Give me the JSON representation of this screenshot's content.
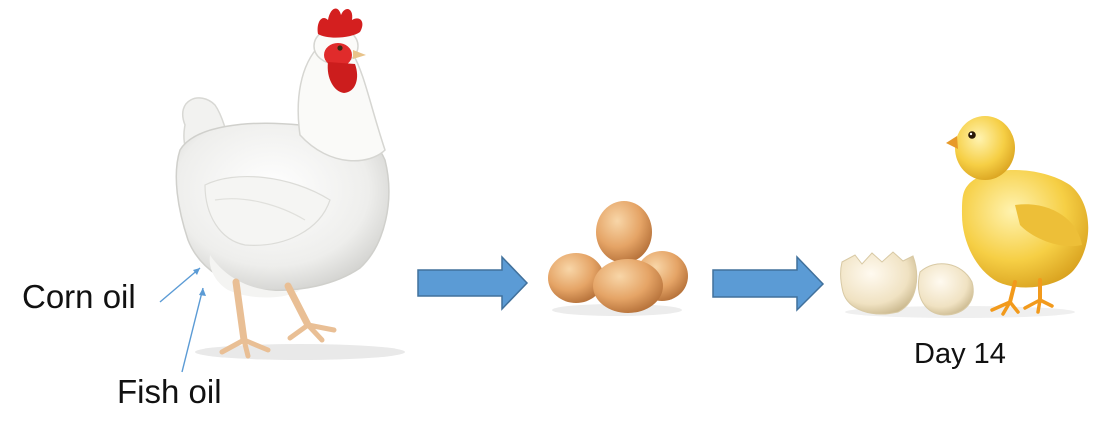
{
  "labels": {
    "corn_oil": "Corn oil",
    "fish_oil": "Fish oil",
    "day": "Day 14"
  },
  "colors": {
    "arrow_fill": "#5b9bd5",
    "arrow_stroke": "#41719c",
    "pointer_line": "#5b9bd5",
    "hen_body": "#f7f7f5",
    "comb": "#d41f1f",
    "legs": "#f0c9a0",
    "egg": "#e7a869",
    "chick": "#f7d24c",
    "shell": "#f2e6c9"
  },
  "icons": [
    "hen-illustration",
    "eggs-cluster-illustration",
    "hatching-chick-illustration",
    "right-arrow-icon"
  ]
}
